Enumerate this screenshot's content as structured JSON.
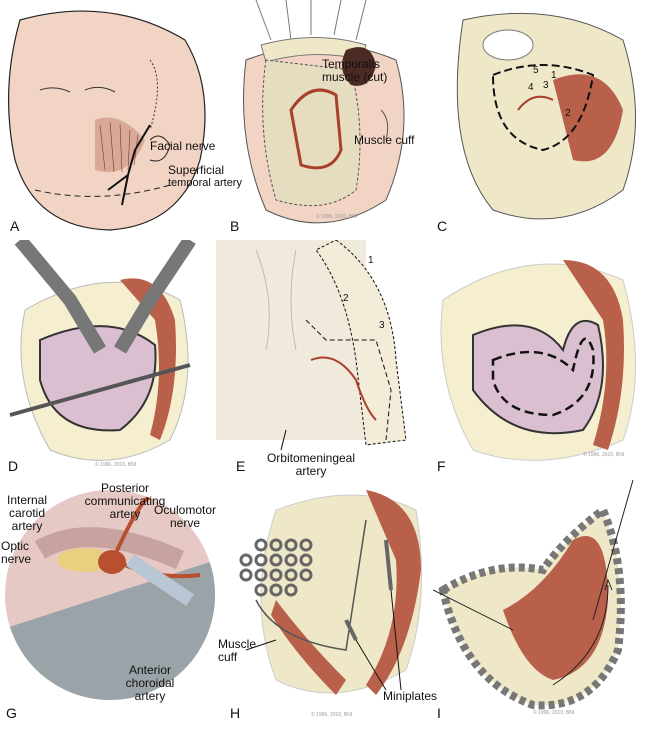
{
  "colors": {
    "skin": "#f2d4c4",
    "bone": "#efe8c8",
    "muscle": "#b8604a",
    "brain": "#d9bfd0",
    "vessel": "#a8402c"
  },
  "copyright": "© 1996, 2010, BNI",
  "panels": {
    "A": {
      "letter": "A",
      "labels": {
        "facial_nerve": "Facial nerve",
        "sta_1": "Superficial",
        "sta_2": "temporal artery"
      }
    },
    "B": {
      "letter": "B",
      "labels": {
        "temporalis_1": "Temporalis",
        "temporalis_2": "muscle (cut)",
        "muscle_cuff": "Muscle cuff"
      }
    },
    "C": {
      "letter": "C",
      "numbers": [
        "1",
        "2",
        "3",
        "4",
        "5"
      ]
    },
    "D": {
      "letter": "D"
    },
    "E": {
      "letter": "E",
      "numbers": [
        "1",
        "2",
        "3"
      ],
      "labels": {
        "om_1": "Orbitomeningeal",
        "om_2": "artery"
      }
    },
    "F": {
      "letter": "F"
    },
    "G": {
      "letter": "G",
      "labels": {
        "ica_1": "Internal",
        "ica_2": "carotid",
        "ica_3": "artery",
        "pcom_1": "Posterior",
        "pcom_2": "communicating",
        "pcom_3": "artery",
        "ocul_1": "Oculomotor",
        "ocul_2": "nerve",
        "optic_1": "Optic",
        "optic_2": "nerve",
        "ach_1": "Anterior",
        "ach_2": "choroidal",
        "ach_3": "artery"
      }
    },
    "H": {
      "letter": "H",
      "labels": {
        "cuff_1": "Muscle",
        "cuff_2": "cuff",
        "miniplates": "Miniplates"
      }
    },
    "I": {
      "letter": "I"
    }
  }
}
